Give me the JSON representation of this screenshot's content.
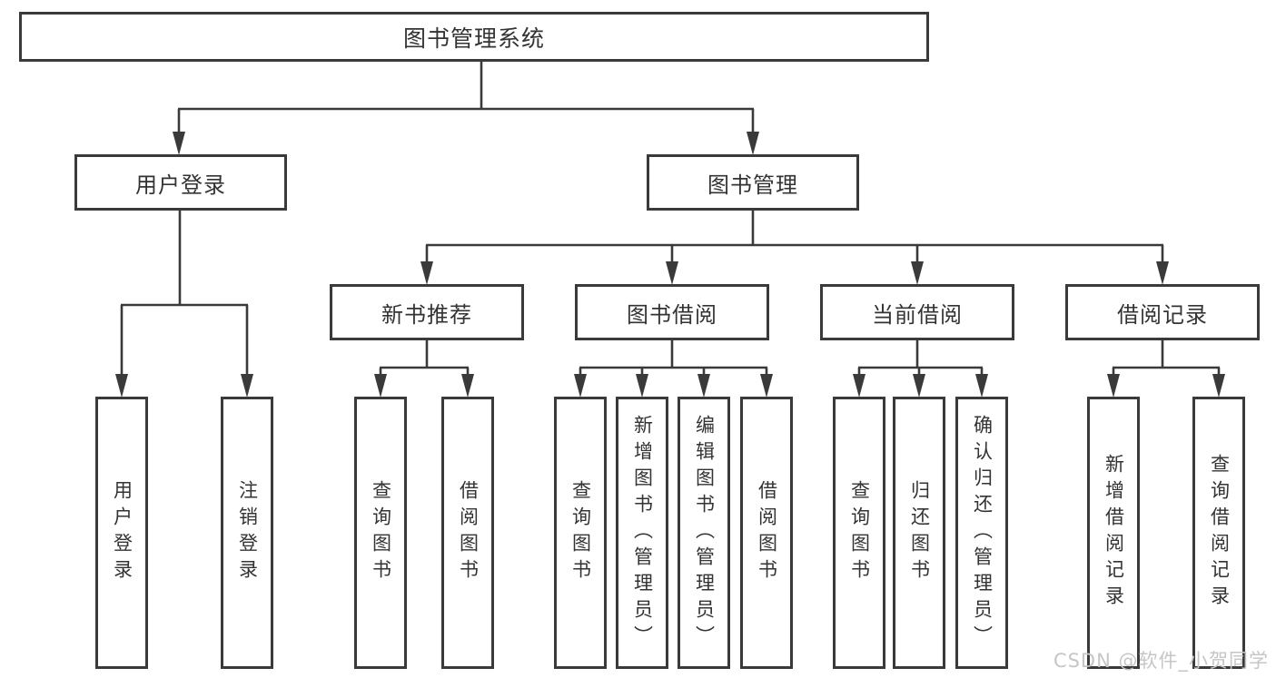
{
  "diagram": {
    "root_label": "图书管理系统",
    "branches": [
      {
        "label": "用户登录",
        "leaves": [
          "用户登录",
          "注销登录"
        ]
      },
      {
        "label": "图书管理",
        "groups": [
          {
            "label": "新书推荐",
            "leaves": [
              "查询图书",
              "借阅图书"
            ]
          },
          {
            "label": "图书借阅",
            "leaves": [
              "查询图书",
              "新增图书（管理员）",
              "编辑图书（管理员）",
              "借阅图书"
            ]
          },
          {
            "label": "当前借阅",
            "leaves": [
              "查询图书",
              "归还图书",
              "确认归还（管理员）"
            ]
          },
          {
            "label": "借阅记录",
            "leaves": [
              "新增借阅记录",
              "查询借阅记录"
            ]
          }
        ]
      }
    ]
  },
  "watermark": "CSDN @软件_小贺同学",
  "colors": {
    "line": "#3a3a3a",
    "border": "#3a3a3a",
    "text": "#333333",
    "watermark": "#c6c6c6"
  }
}
